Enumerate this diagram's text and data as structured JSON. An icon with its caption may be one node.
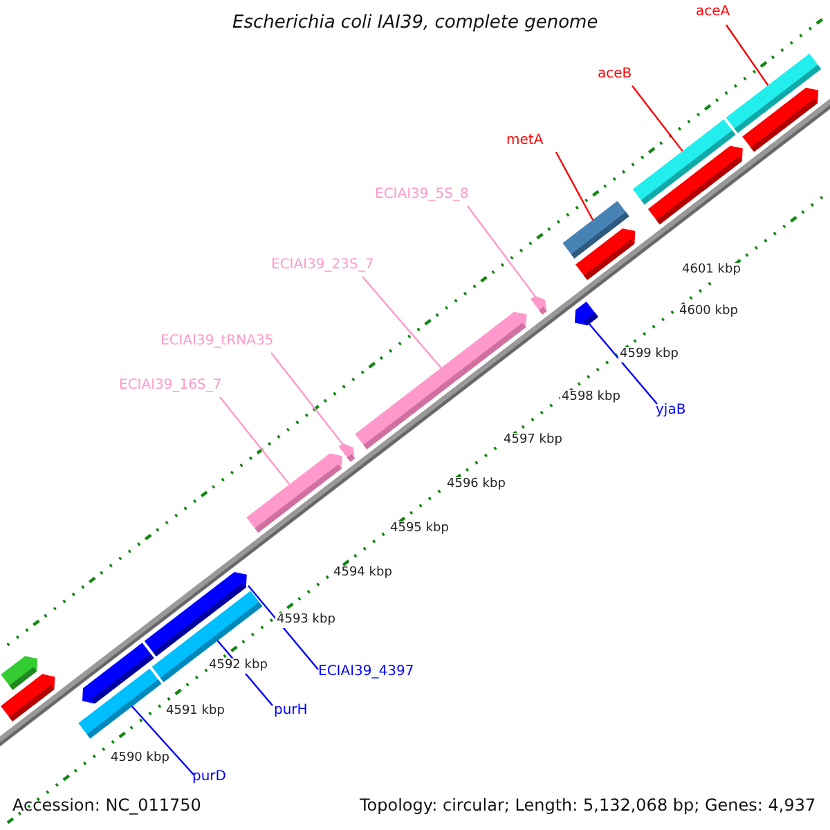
{
  "diagram": {
    "title": "Escherichia coli IAI39, complete genome",
    "nodes": [
      {
        "text": [
          "aceA"
        ]
      },
      {
        "text": [
          "aceB"
        ]
      },
      {
        "text": [
          "metA"
        ]
      },
      {
        "text": [
          "ECIAI39_5S_8"
        ]
      },
      {
        "text": [
          "ECIAI39_23S_7"
        ]
      },
      {
        "text": [
          "ECIAI39_tRNA35"
        ]
      },
      {
        "text": [
          "ECIAI39_16S_7"
        ]
      },
      {
        "text": [
          "yjaB"
        ]
      },
      {
        "text": [
          "ECIAI39_4397"
        ]
      },
      {
        "text": [
          "purH"
        ]
      },
      {
        "text": [
          "purD"
        ]
      },
      {
        "text": [],
        "shape": "bar"
      },
      {
        "text": [],
        "shape": "bar"
      },
      {
        "text": [],
        "shape": "bar"
      },
      {
        "text": [],
        "shape": "bar"
      },
      {
        "text": [],
        "shape": "bar"
      },
      {
        "text": [],
        "shape": "bar"
      },
      {
        "text": [],
        "shape": "bar"
      },
      {
        "text": [],
        "shape": "bar"
      },
      {
        "text": [],
        "shape": "bar"
      },
      {
        "text": [],
        "shape": "bar"
      },
      {
        "text": [],
        "shape": "bar"
      },
      {
        "text": [],
        "shape": "bar"
      },
      {
        "text": [],
        "shape": "bar"
      },
      {
        "text": [],
        "shape": "bar"
      },
      {
        "text": [],
        "shape": "bar"
      },
      {
        "text": [],
        "shape": "bar"
      },
      {
        "text": [],
        "shape": "bar"
      }
    ],
    "edges": [
      {
        "from": 0,
        "to": 11,
        "arrow": "none",
        "color": "#ff0000"
      },
      {
        "from": 1,
        "to": 12,
        "arrow": "none",
        "color": "#ff0000"
      },
      {
        "from": 2,
        "to": 15,
        "arrow": "none",
        "color": "#ff0000"
      },
      {
        "from": 3,
        "to": 17,
        "arrow": "none",
        "color": "#ff99cc"
      },
      {
        "from": 4,
        "to": 19,
        "arrow": "none",
        "color": "#ff99cc"
      },
      {
        "from": 5,
        "to": 20,
        "arrow": "none",
        "color": "#ff99cc"
      },
      {
        "from": 6,
        "to": 21,
        "arrow": "none",
        "color": "#ff99cc"
      },
      {
        "from": 7,
        "to": 18,
        "arrow": "none",
        "color": "#0000ff"
      },
      {
        "from": 8,
        "to": 22,
        "arrow": "none",
        "color": "#0000ff"
      },
      {
        "from": 9,
        "to": 23,
        "arrow": "none",
        "color": "#0000ff"
      },
      {
        "from": 10,
        "to": 27,
        "arrow": "none",
        "color": "#0000ff"
      }
    ],
    "labels": [
      "4601 kbp",
      "4600 kbp",
      "4599 kbp",
      "4598 kbp",
      "4597 kbp",
      "4596 kbp",
      "4595 kbp",
      "4594 kbp",
      "4593 kbp",
      "4592 kbp",
      "4591 kbp",
      "4590 kbp",
      "Accession: NC_011750",
      "Topology: circular; Length: 5,132,068 bp; Genes: 4,937"
    ]
  }
}
